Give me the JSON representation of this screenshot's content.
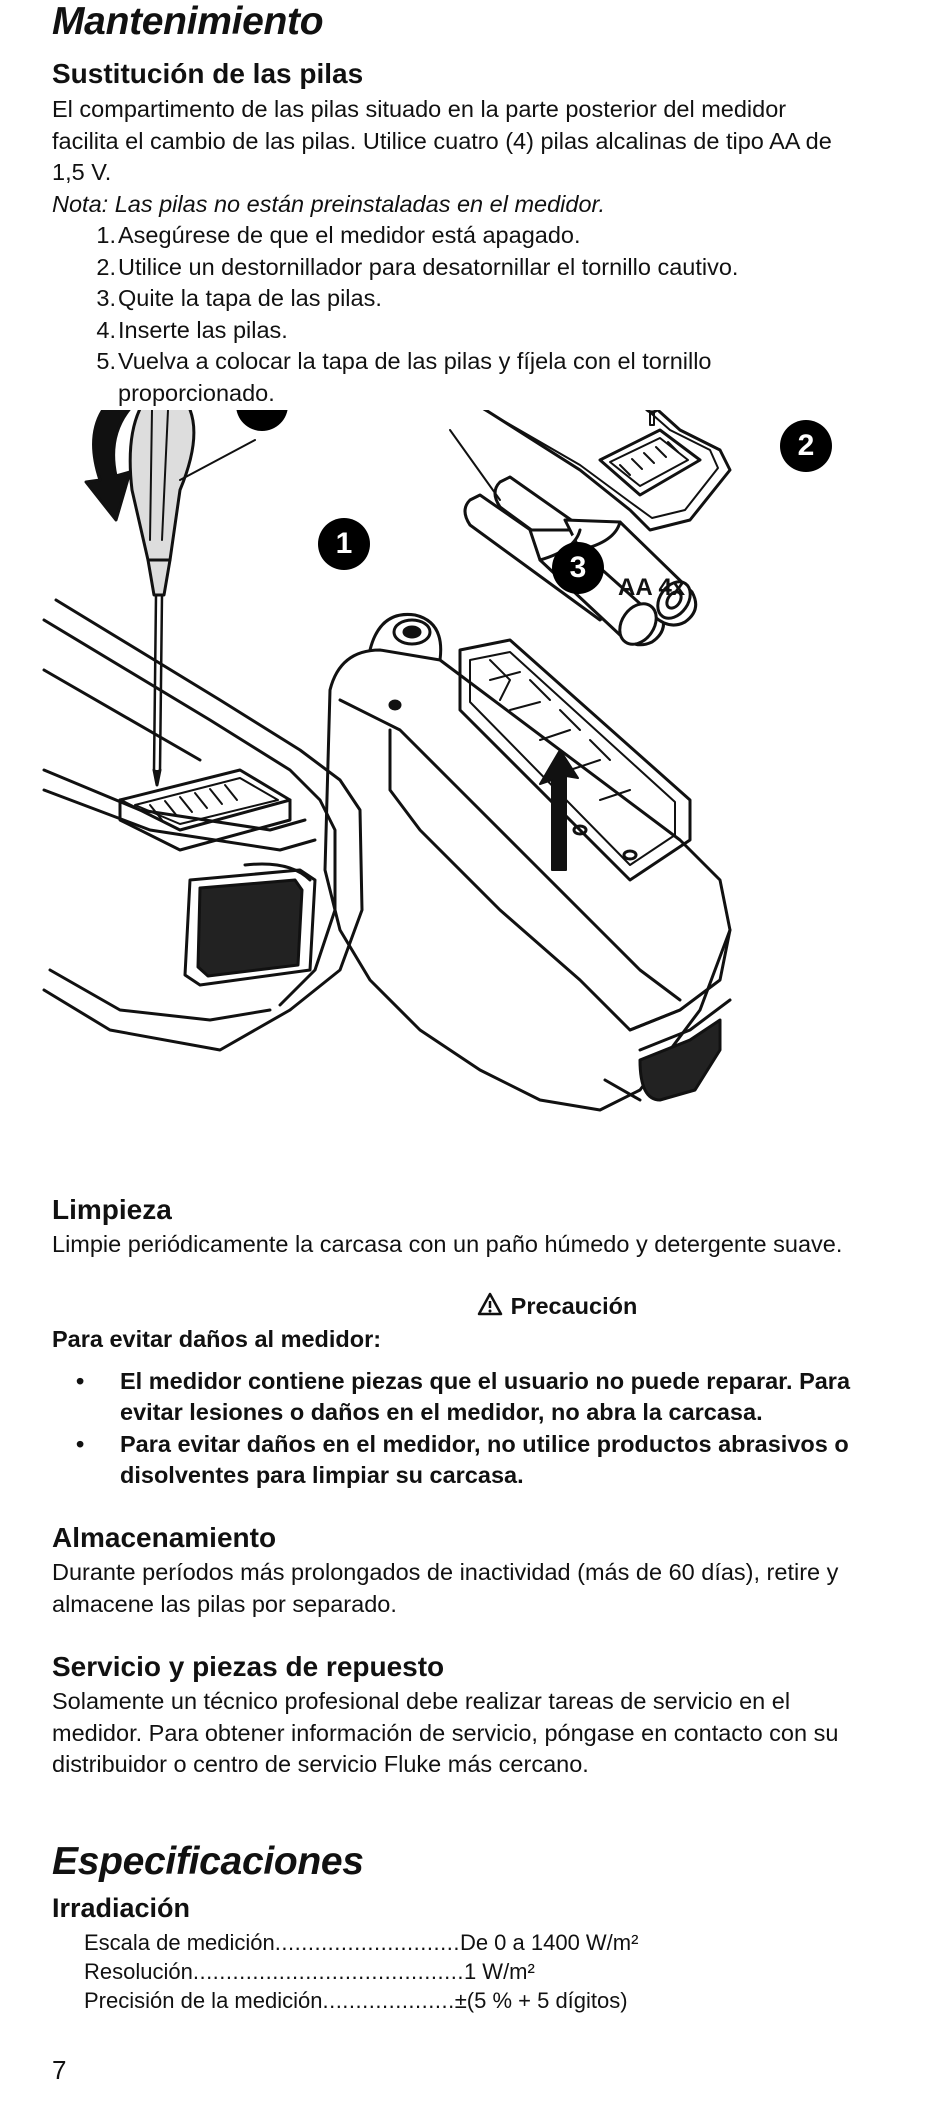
{
  "maintenance": {
    "title": "Mantenimiento",
    "battery": {
      "heading": "Sustitución de las pilas",
      "intro_line1": "El compartimento de las pilas situado en la parte posterior del medidor",
      "intro_line2": "facilita el cambio de las pilas. Utilice cuatro (4) pilas alcalinas de tipo AA de",
      "intro_line3": "1,5 V.",
      "note": "Nota: Las pilas no están preinstaladas en el medidor.",
      "steps": [
        {
          "num": "1.",
          "text": "Asegúrese de que el medidor está apagado."
        },
        {
          "num": "2.",
          "text": "Utilice un destornillador para desatornillar el tornillo cautivo."
        },
        {
          "num": "3.",
          "text": "Quite la tapa de las pilas."
        },
        {
          "num": "4.",
          "text": "Inserte las pilas."
        },
        {
          "num": "5.",
          "text": "Vuelva a colocar la tapa de las pilas y fíjela con el tornillo",
          "text2": "proporcionado."
        }
      ]
    },
    "figure": {
      "callout_1": "1",
      "callout_2": "2",
      "callout_3": "3",
      "battery_label": "AA 4x"
    },
    "cleaning": {
      "heading": "Limpieza",
      "text": "Limpie periódicamente la carcasa con un paño húmedo y detergente suave."
    },
    "caution": {
      "icon": "warning-triangle-icon",
      "title": "Precaución",
      "lead": "Para evitar daños al medidor:",
      "bullets": [
        {
          "line1": "El medidor contiene piezas que el usuario no puede reparar. Para",
          "line2": "evitar lesiones o daños en el medidor, no abra la carcasa."
        },
        {
          "line1": "Para evitar daños en el medidor, no utilice productos abrasivos o",
          "line2": "disolventes para limpiar su carcasa."
        }
      ]
    },
    "storage": {
      "heading": "Almacenamiento",
      "line1": "Durante períodos más prolongados de inactividad (más de 60 días), retire y",
      "line2": "almacene las pilas por separado."
    },
    "service": {
      "heading": "Servicio y piezas de repuesto",
      "line1": "Solamente un técnico profesional debe realizar tareas de servicio en el",
      "line2": "medidor. Para obtener información de servicio, póngase en contacto con su",
      "line3": "distribuidor o centro de servicio Fluke más cercano."
    }
  },
  "specifications": {
    "title": "Especificaciones",
    "irradiance": {
      "heading": "Irradiación",
      "rows": [
        {
          "label": "Escala de medición",
          "dots": "............................",
          "value": "De 0 a 1400 W/m²"
        },
        {
          "label": "Resolución",
          "dots": ".........................................",
          "value": "1 W/m²"
        },
        {
          "label": "Precisión de la medición",
          "dots": "....................",
          "value": "±(5 % + 5 dígitos)"
        }
      ]
    }
  },
  "page_number": "7"
}
